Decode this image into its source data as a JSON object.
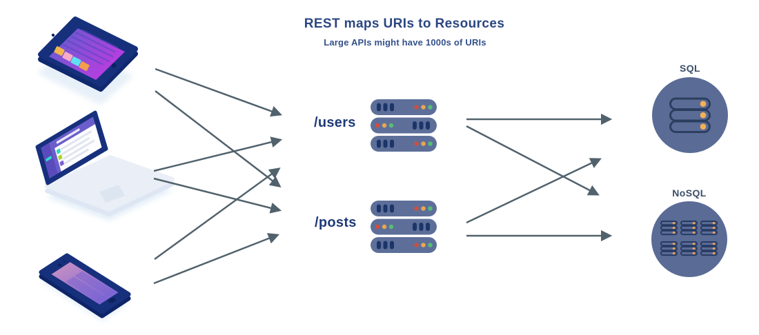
{
  "header": {
    "title": "REST maps URIs to Resources",
    "subtitle": "Large APIs might have 1000s of URIs"
  },
  "routes": [
    {
      "label": "/users"
    },
    {
      "label": "/posts"
    }
  ],
  "databases": [
    {
      "label": "SQL",
      "icon": "sql-database-icon"
    },
    {
      "label": "NoSQL",
      "icon": "nosql-cluster-icon"
    }
  ],
  "devices": [
    {
      "name": "tablet"
    },
    {
      "name": "laptop"
    },
    {
      "name": "phone"
    }
  ],
  "connections": [
    {
      "from": "tablet",
      "to": "/users"
    },
    {
      "from": "tablet",
      "to": "/posts"
    },
    {
      "from": "laptop",
      "to": "/users"
    },
    {
      "from": "laptop",
      "to": "/posts"
    },
    {
      "from": "phone",
      "to": "/users"
    },
    {
      "from": "phone",
      "to": "/posts"
    },
    {
      "from": "/users",
      "to": "SQL"
    },
    {
      "from": "/users",
      "to": "NoSQL"
    },
    {
      "from": "/posts",
      "to": "SQL"
    },
    {
      "from": "/posts",
      "to": "NoSQL"
    }
  ],
  "colors": {
    "title_text": "#2a4681",
    "route_text": "#1e3a78",
    "db_label_text": "#3a4e66",
    "arrow": "#51626d",
    "server_body": "#5d6f99",
    "server_slot": "#1b3569",
    "led_red": "#cf4e3e",
    "led_orange": "#eda64e",
    "led_green": "#57bd74",
    "db_circle": "#5a6b96",
    "db_outline": "#2c3e5f",
    "db_dot": "#f5b054",
    "device_frame": "#16307c"
  }
}
